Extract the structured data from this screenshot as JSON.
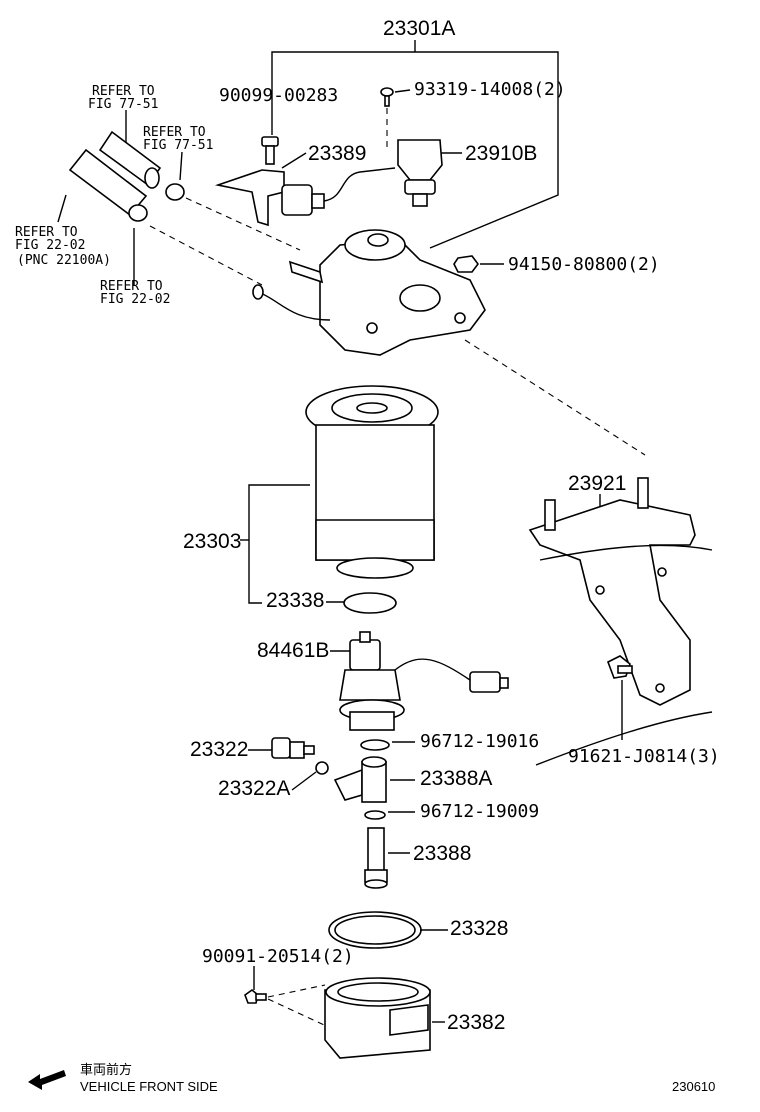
{
  "title_part": "23301A",
  "labels": {
    "p90099": "90099-00283",
    "p93319": "93319-14008(2)",
    "p23389": "23389",
    "p23910b": "23910B",
    "p94150": "94150-80800(2)",
    "p23921": "23921",
    "p23303": "23303",
    "p23338": "23338",
    "p84461b": "84461B",
    "p96712a": "96712-19016",
    "p23322": "23322",
    "p23322a": "23322A",
    "p23388a": "23388A",
    "p96712b": "96712-19009",
    "p23388": "23388",
    "p91621": "91621-J0814(3)",
    "p23328": "23328",
    "p90091": "90091-20514(2)",
    "p23382": "23382"
  },
  "refs": {
    "r1a": "REFER TO",
    "r1b": "FIG 77-51",
    "r2a": "REFER TO",
    "r2b": "FIG 77-51",
    "r3a": "REFER TO",
    "r3b": "FIG 22-02",
    "r3c": "(PNC 22100A)",
    "r4a": "REFER TO",
    "r4b": "FIG 22-02"
  },
  "footer": {
    "jp": "車両前方",
    "en": "VEHICLE FRONT SIDE",
    "code": "230610"
  },
  "icons": {
    "arrow": "front-arrow-icon"
  }
}
